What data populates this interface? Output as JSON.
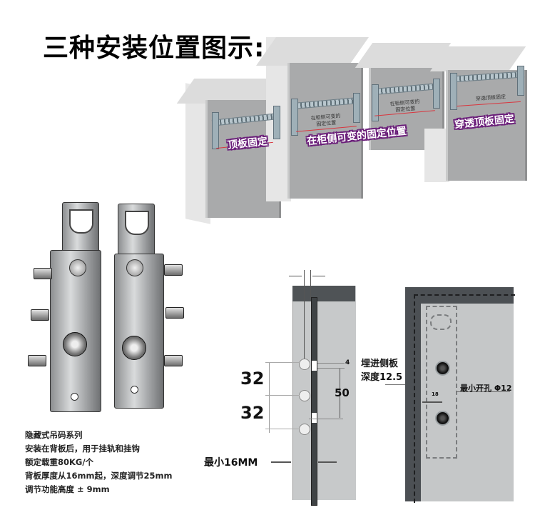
{
  "title": "三种安装位置图示:",
  "scene": {
    "labels": {
      "top_plate_fixed": "顶板固定",
      "side_variable": "在柜侧可变的固定位置",
      "through_top": "穿透顶板固定"
    },
    "small_labels": {
      "cab2_line1": "在柜侧可变的",
      "cab2_line2": "固定位置",
      "cab3_line1": "在柜侧可变的",
      "cab3_line2": "固定位置",
      "cab4": "穿透顶板固定"
    }
  },
  "specs": {
    "lines": [
      "隐藏式吊码系列",
      "安装在背板后，用于挂轨和挂钩",
      "额定载重80KG/个",
      "背板厚度从16mm起，深度调节25mm",
      "调节功能高度  ± 9mm"
    ]
  },
  "diagram1": {
    "dim_32_top": "32",
    "dim_32_bottom": "32",
    "dim_50": "50",
    "dim_4": "4",
    "min_thickness": "最小16MM"
  },
  "diagram2": {
    "embed_label_line1": "埋进侧板",
    "embed_label_line2": "深度12.5",
    "min_hole": "最小开孔 Φ12",
    "dim_18": "18"
  },
  "colors": {
    "tag_purple": "#6b1f7a",
    "red_line": "#d9363e",
    "panel_dark": "#4c5054",
    "panel_light": "#c5c7c8"
  }
}
